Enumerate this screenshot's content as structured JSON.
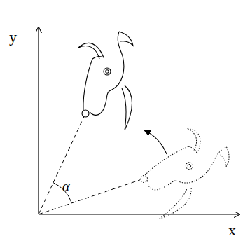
{
  "diagram": {
    "labels": [
      "y",
      "x",
      "α"
    ]
  }
}
